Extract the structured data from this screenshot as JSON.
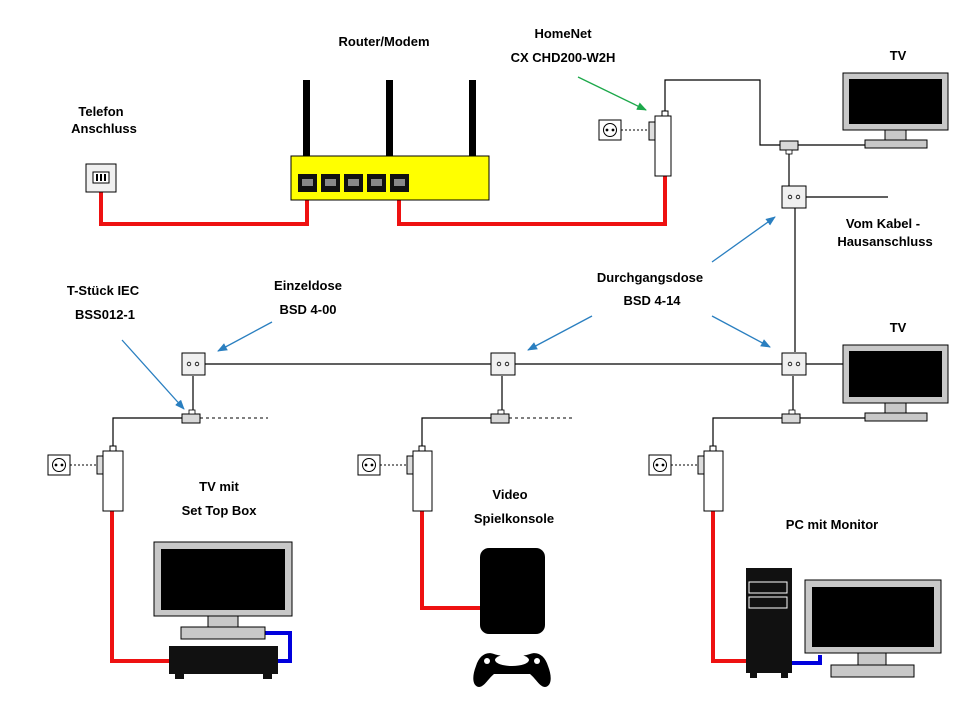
{
  "labels": {
    "router": "Router/Modem",
    "homenet_1": "HomeNet",
    "homenet_2": "CX CHD200-W2H",
    "tv_top": "TV",
    "telefon_1": "Telefon",
    "telefon_2": "Anschluss",
    "kabel_1": "Vom Kabel -",
    "kabel_2": "Hausanschluss",
    "tstueck_1": "T-Stück IEC",
    "tstueck_2": "BSS012-1",
    "einzeldose_1": "Einzeldose",
    "einzeldose_2": "BSD 4-00",
    "durchgang_1": "Durchgangsdose",
    "durchgang_2": "BSD 4-14",
    "tv_mid": "TV",
    "tvstb_1": "TV mit",
    "tvstb_2": "Set Top Box",
    "video_1": "Video",
    "video_2": "Spielkonsole",
    "pc": "PC mit Monitor"
  },
  "colors": {
    "router_body": "#ffff00",
    "ethernet_cable": "#ee1111",
    "hdmi_cable": "#0000dd",
    "coax_cable": "#000000",
    "arrow_blue": "#2a7fc0",
    "arrow_green": "#1ca84a",
    "screen": "#000000",
    "device_gray": "#c8c8c8"
  }
}
